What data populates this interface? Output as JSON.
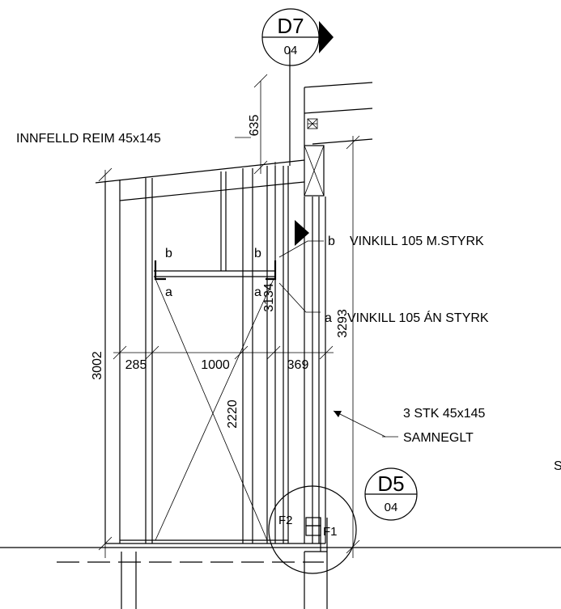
{
  "callouts": {
    "top": {
      "id": "D7",
      "sheet": "04"
    },
    "bottom": {
      "id": "D5",
      "sheet": "04"
    }
  },
  "labels": {
    "reim": "INNFELLD REIM 45x145",
    "vinkill_b": "VINKILL 105 M.STYRK",
    "vinkill_a": "VINKILL 105 ÁN STYRK",
    "stk_line1": "3 STK 45x145",
    "stk_line2": "SAMNEGLT",
    "edge_char": "S",
    "mark_b_left": "b",
    "mark_b_right": "b",
    "mark_b_leader": "b",
    "mark_a_left": "a",
    "mark_a_right": "a",
    "mark_a_leader": "a",
    "f1": "F1",
    "f2": "F2"
  },
  "dimensions": {
    "d635": "635",
    "d3002": "3002",
    "d285": "285",
    "d1000": "1000",
    "d369": "369",
    "d3134": "3134",
    "d3293": "3293",
    "d2220": "2220"
  }
}
